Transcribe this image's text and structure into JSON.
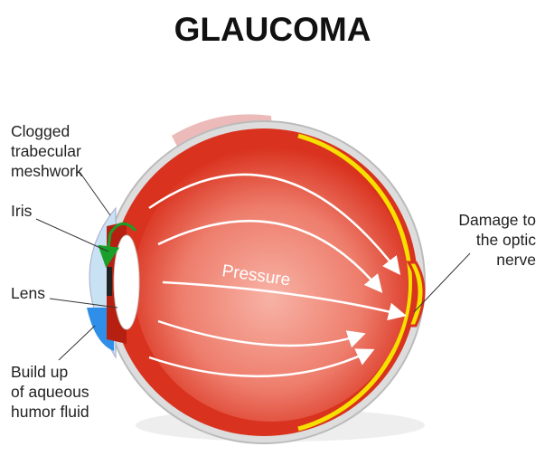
{
  "title": "GLAUCOMA",
  "labels": {
    "trabecular": [
      "Clogged",
      "trabecular",
      "meshwork"
    ],
    "iris": "Iris",
    "lens": "Lens",
    "aqueous": [
      "Build up",
      "of aqueous",
      "humor fluid"
    ],
    "optic": [
      "Damage to",
      "the optic",
      "nerve"
    ],
    "pressure": "Pressure"
  },
  "colors": {
    "eye": "#d9321e",
    "inner": "#f07a6a",
    "retina": "#f5e000",
    "cornea": "#b8d8f0",
    "fluid": "#2f8fe8",
    "arrow_green": "#1aa02a"
  }
}
